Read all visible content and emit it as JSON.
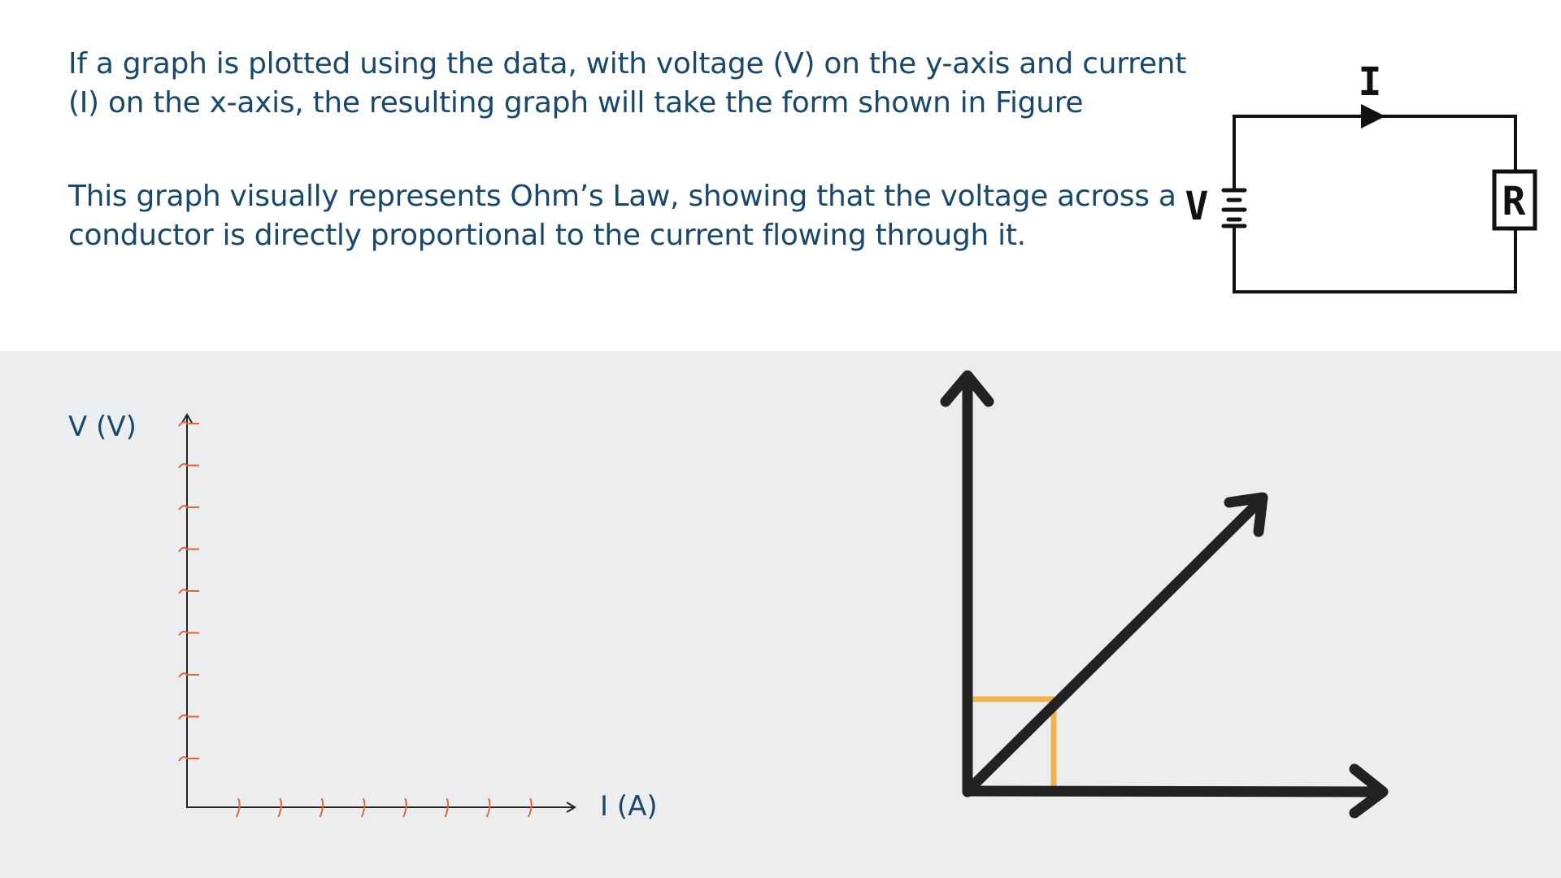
{
  "text": {
    "paragraph_1": "If a graph is plotted using the data, with voltage (V) on the y-axis and current (I) on the x-axis, the resulting graph will take the form shown in Figure",
    "paragraph_2": "This graph visually represents Ohm’s Law, showing that the voltage across a conductor is directly proportional to the current flowing through it."
  },
  "circuit": {
    "current_label": "I",
    "voltage_label": "V",
    "resistor_label": "R"
  },
  "blank_graph": {
    "y_axis_label": "V (V)",
    "x_axis_label": "I (A)",
    "y_tick_count": 9,
    "x_tick_count": 8
  },
  "colors": {
    "text": "#17496e",
    "tick": "#e8643a",
    "sketch": "#222222",
    "highlight": "#f0b24a",
    "panel_background": "#ebedef"
  }
}
